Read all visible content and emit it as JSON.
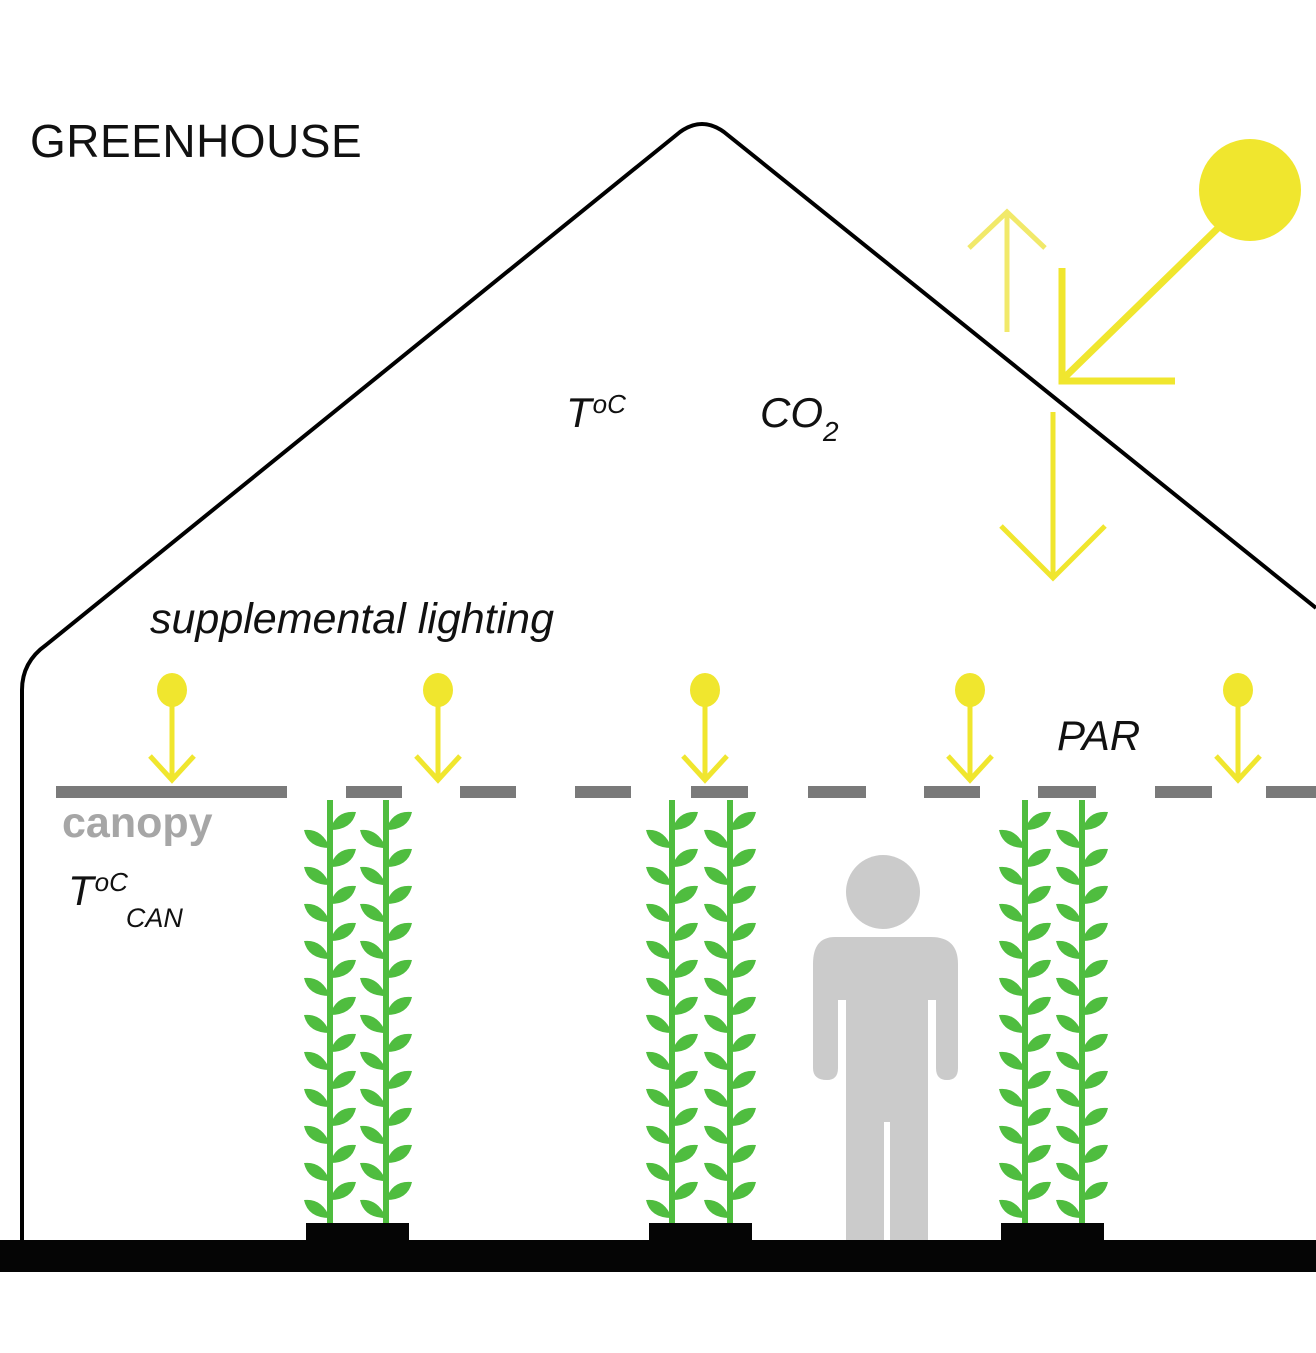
{
  "diagram": {
    "title": "GREENHOUSE",
    "labels": {
      "air_temperature": {
        "main": "T",
        "sup": "oC"
      },
      "co2": {
        "main": "CO",
        "sub": "2"
      },
      "supplemental_lighting": "supplemental lighting",
      "par": "PAR",
      "canopy": "canopy",
      "canopy_temperature": {
        "main": "T",
        "sup": "oC",
        "sub": "CAN"
      }
    },
    "elements": {
      "sun": "sun-icon",
      "solar_incoming": "arrow-down-left-icon",
      "solar_reflected": "arrow-up-icon",
      "solar_transmitted": "arrow-down-icon",
      "lamps": [
        "lamp-icon",
        "lamp-icon",
        "lamp-icon",
        "lamp-icon",
        "lamp-icon"
      ],
      "plant_rows": 3,
      "plants_per_row": 2,
      "person": "person-icon"
    },
    "colors": {
      "structure": "#000000",
      "light": "#f0e62e",
      "light_faint": "#f1e96a",
      "canopy": "#7a7a7a",
      "canopy_text": "#a6a6a6",
      "plant": "#4fbd3f",
      "person": "#cbcbcb",
      "text": "#111111"
    }
  }
}
